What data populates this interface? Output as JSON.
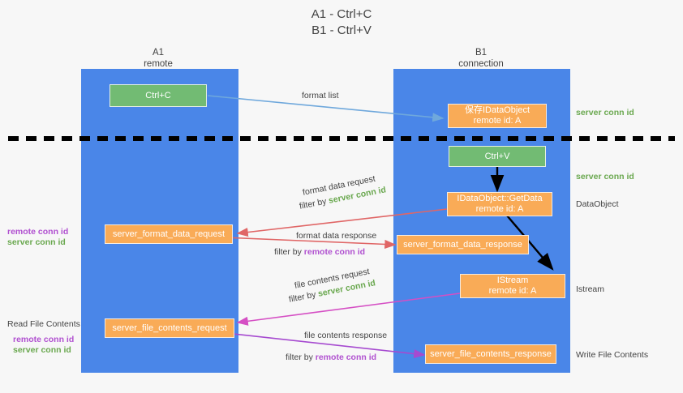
{
  "title": "A1 - Ctrl+C\nB1 - Ctrl+V",
  "colors": {
    "lane": "#4a86e8",
    "orange": "#f9ab57",
    "green": "#71bd74",
    "server_conn": "#6aa84f",
    "remote_conn": "#b050d0",
    "arrow_blue": "#6fa8dc",
    "arrow_red": "#e06666",
    "arrow_magenta": "#d54fc4",
    "arrow_purple": "#a64ad0",
    "arrow_black": "#000000",
    "divider": "#000000",
    "background": "#f7f7f7"
  },
  "columns": {
    "left": {
      "name": "A1",
      "sub": "remote"
    },
    "right": {
      "name": "B1",
      "sub": "connection"
    }
  },
  "nodes": {
    "ctrl_c": "Ctrl+C",
    "ctrl_v": "Ctrl+V",
    "save_idataobject": "保存IDataObject\nremote id: A",
    "getdata": "IDataObject::GetData\nremote id: A",
    "istream": "IStream\nremote id: A",
    "server_format_data_request": "server_format_data_request",
    "server_format_data_response": "server_format_data_response",
    "server_file_contents_request": "server_file_contents_request",
    "server_file_contents_response": "server_file_contents_response"
  },
  "edges": {
    "format_list": "format list",
    "format_data_request": "format data request",
    "format_data_request_filter_prefix": "filter by ",
    "format_data_request_filter_value": "server conn id",
    "format_data_response": "format data response",
    "format_data_response_filter_prefix": "filter by ",
    "format_data_response_filter_value": "remote conn id",
    "file_contents_request": "file contents request",
    "file_contents_request_filter_prefix": "filter by ",
    "file_contents_request_filter_value": "server conn id",
    "file_contents_response": "file contents response",
    "file_contents_response_filter_prefix": "filter by ",
    "file_contents_response_filter_value": "remote conn id"
  },
  "annotations": {
    "right_server_conn_1": "server conn id",
    "right_server_conn_2": "server conn id",
    "right_dataobject": "DataObject",
    "right_istream": "Istream",
    "right_write_file_contents": "Write File Contents",
    "left_remote_conn_1": "remote conn id",
    "left_server_conn_1": "server conn id",
    "left_read_file_contents": "Read File Contents",
    "left_remote_conn_2": "remote conn id",
    "left_server_conn_2": "server conn id"
  }
}
